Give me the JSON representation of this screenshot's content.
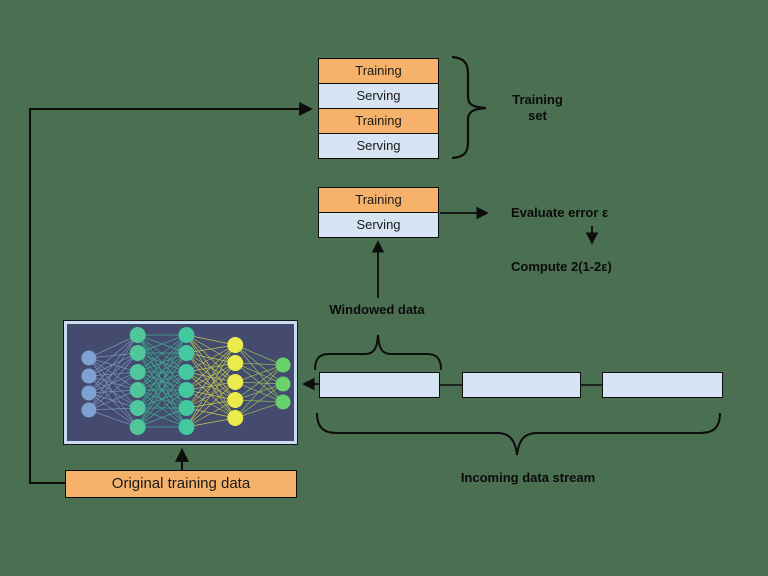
{
  "colors": {
    "background": "#4A7051",
    "orange": "#F6B26B",
    "light_blue": "#D7E4F4",
    "line": "#0d0d0d",
    "nn_bg": "#454B6E",
    "nn_frame": "#C9DCEF"
  },
  "training_stack": {
    "rows": [
      {
        "label": "Training"
      },
      {
        "label": "Serving"
      },
      {
        "label": "Training"
      },
      {
        "label": "Serving"
      }
    ]
  },
  "window_pair": {
    "rows": [
      {
        "label": "Training"
      },
      {
        "label": "Serving"
      }
    ]
  },
  "labels": {
    "training_set": "Training\nset",
    "evaluate_error": "Evaluate error ε",
    "compute": "Compute 2(1-2ε)",
    "windowed_data": "Windowed data",
    "incoming_stream": "Incoming data stream",
    "original_training_data": "Original training data"
  },
  "neural_network": {
    "description": "neural-network-image",
    "layers": [
      {
        "count": 4,
        "color": "#7DA2D2"
      },
      {
        "count": 6,
        "color": "#4FC79B"
      },
      {
        "count": 6,
        "color": "#43C8A0"
      },
      {
        "count": 5,
        "color": "#E9EC4B"
      },
      {
        "count": 3,
        "color": "#67D36A"
      }
    ],
    "edge_colors": [
      "#7FA3CF",
      "#3EBE95",
      "#D6DC49",
      "#9ED455"
    ]
  }
}
